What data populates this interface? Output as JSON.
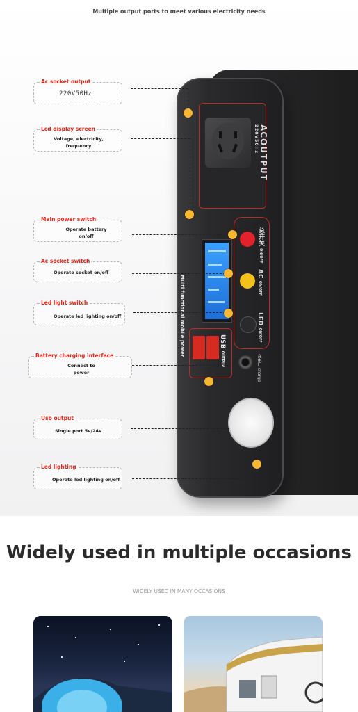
{
  "hero": {
    "title": "Multiple output ports to meet various electricity needs"
  },
  "callouts": [
    {
      "title": "Ac socket output",
      "desc": "220V50Hz"
    },
    {
      "title": "Lcd display screen",
      "desc": "Voltage, electricity, frequency"
    },
    {
      "title": "Main power switch",
      "desc": "Operate battery on/off"
    },
    {
      "title": "Ac socket switch",
      "desc": "Operate socket on/off"
    },
    {
      "title": "Led light switch",
      "desc": "Operate led lighting on/off"
    },
    {
      "title": "Battery charging interface",
      "desc": "Connect to power"
    },
    {
      "title": "Usb output",
      "desc": "Single port 5v/24v"
    },
    {
      "title": "Led lighting",
      "desc": "Operate led lighting on/off"
    }
  ],
  "device": {
    "ac_label": "ACOUTPUT",
    "ac_sub": "220V50Hz",
    "lcd_label": "Multi functional mobile power",
    "switches": [
      {
        "label": "总开关",
        "sub": "ON/OFF",
        "color": "#e3222b"
      },
      {
        "label": "AC",
        "sub": "ON/OFF",
        "color": "#f5c21b"
      },
      {
        "label": "LED",
        "sub": "ON/OFF",
        "color": "#2a2a2c"
      }
    ],
    "usb_label": "USB",
    "usb_sub": "OUTPUP",
    "charge_label": "充电口",
    "charge_sub": "charge"
  },
  "section2": {
    "title": "Widely used in multiple occasions",
    "subtitle": "WIDELY USED IN MANY OCCASIONS"
  },
  "colors": {
    "accent": "#e0261b",
    "dot": "#f7b733"
  }
}
